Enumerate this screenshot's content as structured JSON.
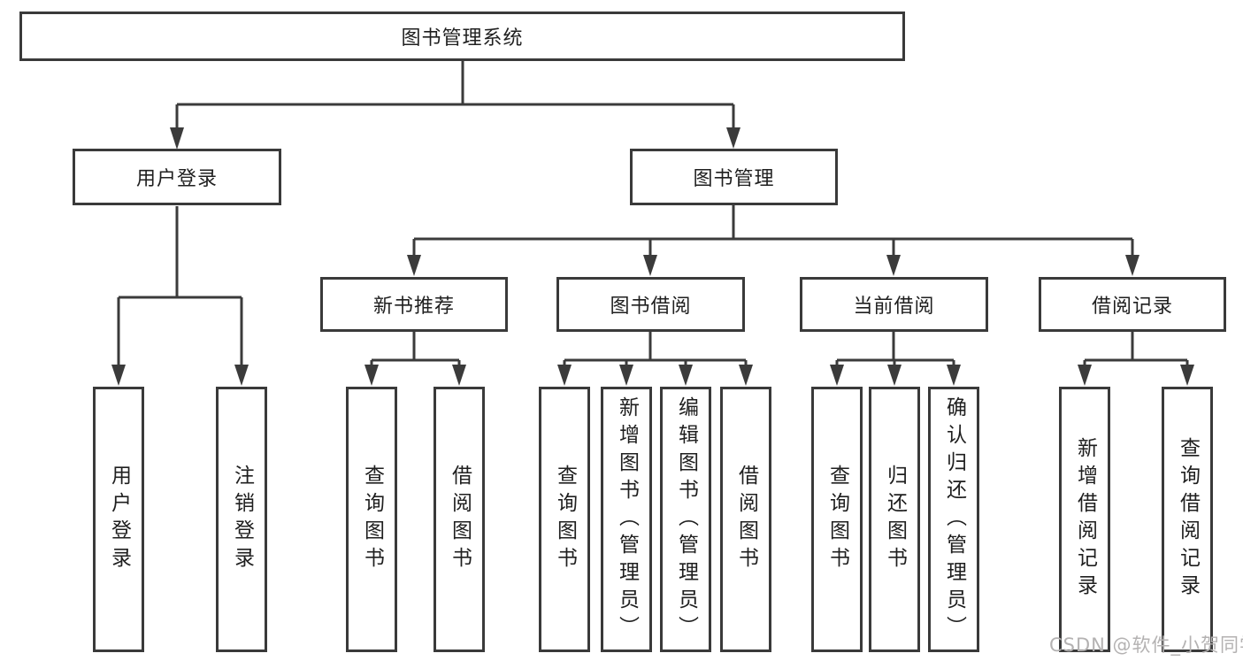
{
  "tree": {
    "label": "图书管理系统",
    "children": [
      {
        "label": "用户登录",
        "children": [
          {
            "label": "用户登录"
          },
          {
            "label": "注销登录"
          }
        ]
      },
      {
        "label": "图书管理",
        "children": [
          {
            "label": "新书推荐",
            "children": [
              {
                "label": "查询图书"
              },
              {
                "label": "借阅图书"
              }
            ]
          },
          {
            "label": "图书借阅",
            "children": [
              {
                "label": "查询图书"
              },
              {
                "label": "新增图书（管理员）"
              },
              {
                "label": "编辑图书（管理员）"
              },
              {
                "label": "借阅图书"
              }
            ]
          },
          {
            "label": "当前借阅",
            "children": [
              {
                "label": "查询图书"
              },
              {
                "label": "归还图书"
              },
              {
                "label": "确认归还（管理员）"
              }
            ]
          },
          {
            "label": "借阅记录",
            "children": [
              {
                "label": "新增借阅记录"
              },
              {
                "label": "查询借阅记录"
              }
            ]
          }
        ]
      }
    ]
  },
  "watermark": {
    "text": "CSDN @软件_小贺同学",
    "color": "#b4b2b2"
  },
  "colors": {
    "background": "#ffffff",
    "box_border": "#3a3a3a",
    "connector": "#3b3b3b",
    "text": "#1f1f1f"
  }
}
